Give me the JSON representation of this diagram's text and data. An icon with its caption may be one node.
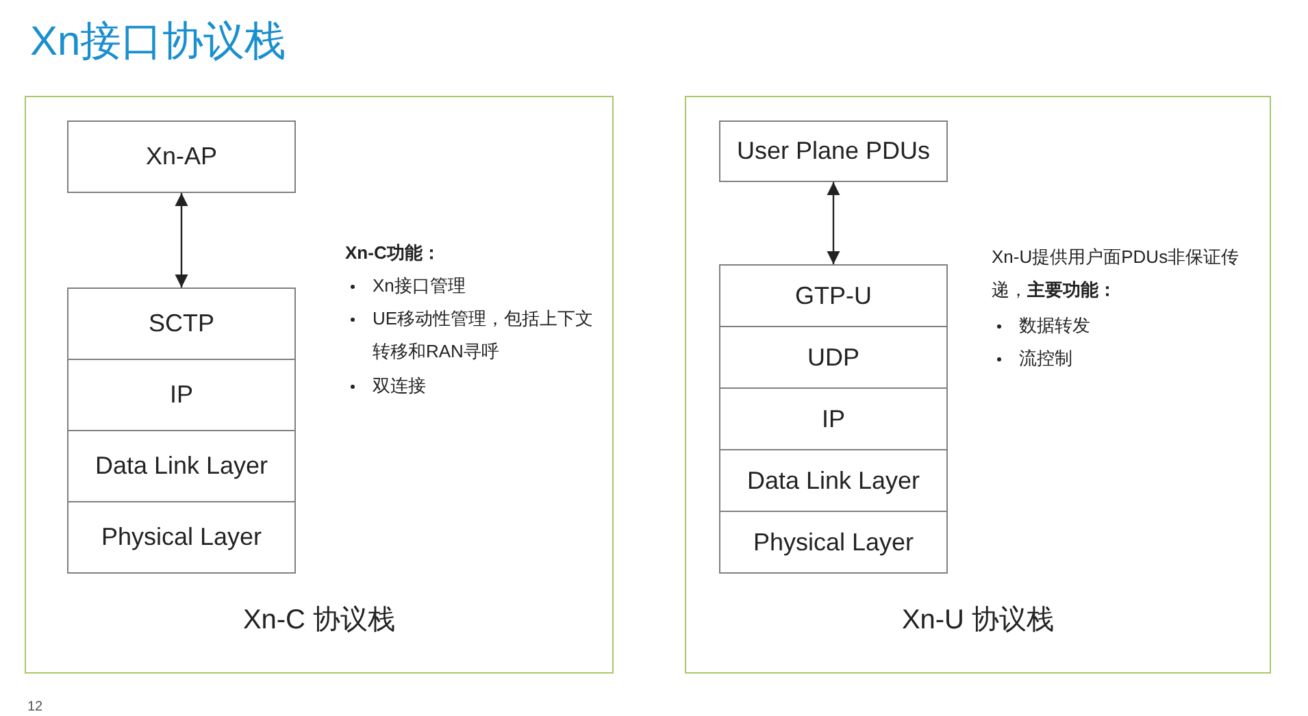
{
  "diagram": {
    "title": "Xn接口协议栈",
    "nodes": [
      {
        "text": [
          "Xn-C 协议栈"
        ]
      },
      {
        "text": [
          "Xn-AP"
        ],
        "in": 0
      },
      {
        "text": [
          "SCTP"
        ],
        "in": 0
      },
      {
        "text": [
          "IP"
        ],
        "in": 0
      },
      {
        "text": [
          "Data Link Layer"
        ],
        "in": 0
      },
      {
        "text": [
          "Physical Layer"
        ],
        "in": 0
      },
      {
        "text": [
          "Xn-U 协议栈"
        ]
      },
      {
        "text": [
          "User Plane PDUs"
        ],
        "in": 6
      },
      {
        "text": [
          "GTP-U"
        ],
        "in": 6
      },
      {
        "text": [
          "UDP"
        ],
        "in": 6
      },
      {
        "text": [
          "IP"
        ],
        "in": 6
      },
      {
        "text": [
          "Data Link Layer"
        ],
        "in": 6
      },
      {
        "text": [
          "Physical Layer"
        ],
        "in": 6
      }
    ],
    "edges": [
      {
        "from": 1,
        "to": 2,
        "arrow": "both"
      },
      {
        "from": 7,
        "to": 8,
        "arrow": "both"
      }
    ],
    "labels": [
      "Xn-C功能：",
      "Xn接口管理",
      "UE移动性管理，包括上下文转移和RAN寻呼",
      "双连接",
      "Xn-U提供用户面PDUs非保证传递，**主要功能：**",
      "数据转发",
      "流控制",
      "12"
    ]
  }
}
